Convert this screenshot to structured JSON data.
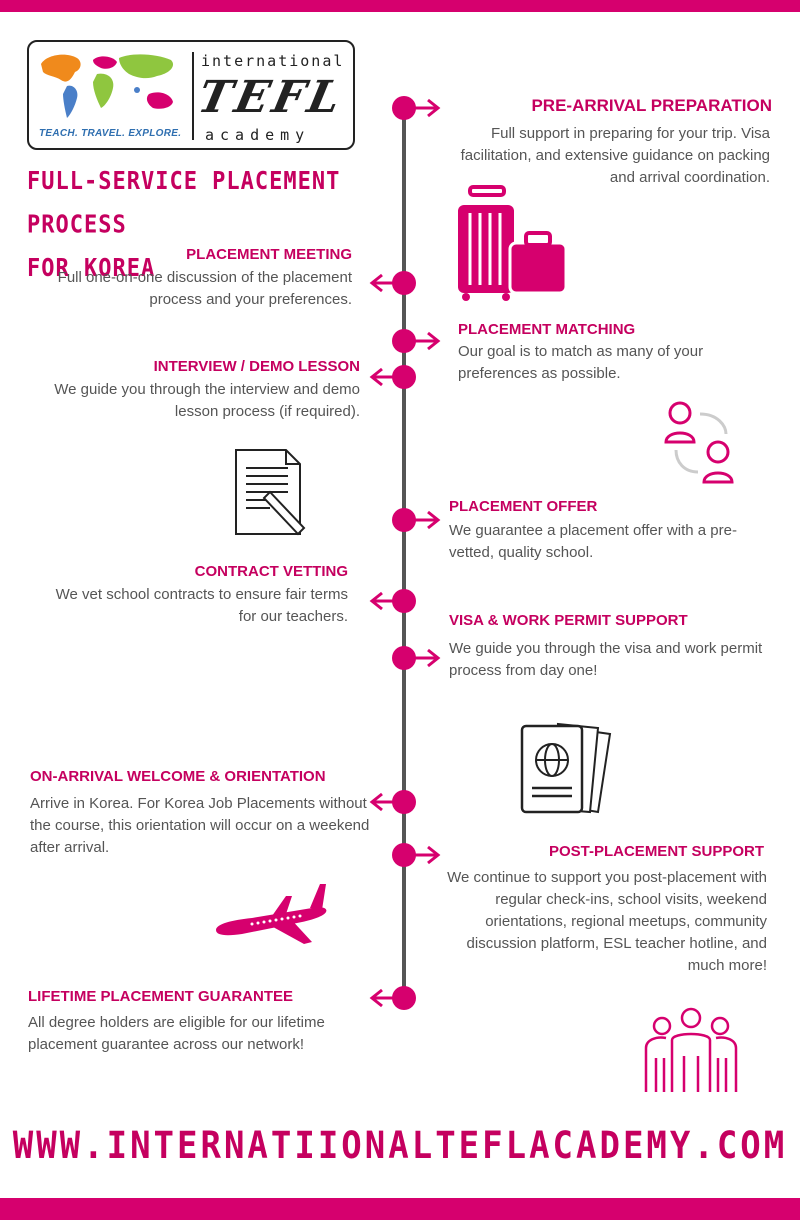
{
  "logo": {
    "word_top": "international",
    "word_mid": "TEFL",
    "word_bot": "academy",
    "tagline": "TEACH. TRAVEL. EXPLORE."
  },
  "title": {
    "line1": "FULL-SERVICE PLACEMENT PROCESS",
    "line2": "FOR KOREA"
  },
  "steps": [
    {
      "title": "PRE-ARRIVAL PREPARATION",
      "text": "Full support in preparing for your trip. Visa facilitation, and extensive guidance on packing and arrival coordination."
    },
    {
      "title": "PLACEMENT MEETING",
      "text": "Full one-on-one discussion of the placement process and your preferences."
    },
    {
      "title": "PLACEMENT MATCHING",
      "text": "Our goal is to match as many of your preferences as possible."
    },
    {
      "title": "INTERVIEW / DEMO LESSON",
      "text": "We guide you through the interview and demo lesson process (if required)."
    },
    {
      "title": "PLACEMENT OFFER",
      "text": "We guarantee a placement offer with a pre-vetted, quality school."
    },
    {
      "title": "CONTRACT VETTING",
      "text": "We vet school contracts to ensure fair terms for our teachers."
    },
    {
      "title": "VISA & WORK PERMIT SUPPORT",
      "text": "We guide you through the visa and work permit process from day one!"
    },
    {
      "title": "ON-ARRIVAL WELCOME & ORIENTATION",
      "text": "Arrive in Korea. For Korea Job Placements without the course, this orientation will occur on a weekend after arrival."
    },
    {
      "title": "POST-PLACEMENT SUPPORT",
      "text": "We continue to support you post-placement with regular check-ins, school visits, weekend orientations, regional meetups, community discussion platform, ESL teacher hotline, and much more!"
    },
    {
      "title": "LIFETIME PLACEMENT GUARANTEE",
      "text": "All degree holders are eligible for our lifetime placement guarantee across our network!"
    }
  ],
  "icons": [
    "luggage-icon",
    "people-exchange-icon",
    "contract-document-icon",
    "passport-icon",
    "airplane-icon",
    "group-people-icon"
  ],
  "footer": {
    "url": "WWW.INTERNATIIONALTEFLACADEMY.COM"
  },
  "colors": {
    "accent": "#d6006e",
    "spine": "#555555",
    "text": "#555555"
  }
}
